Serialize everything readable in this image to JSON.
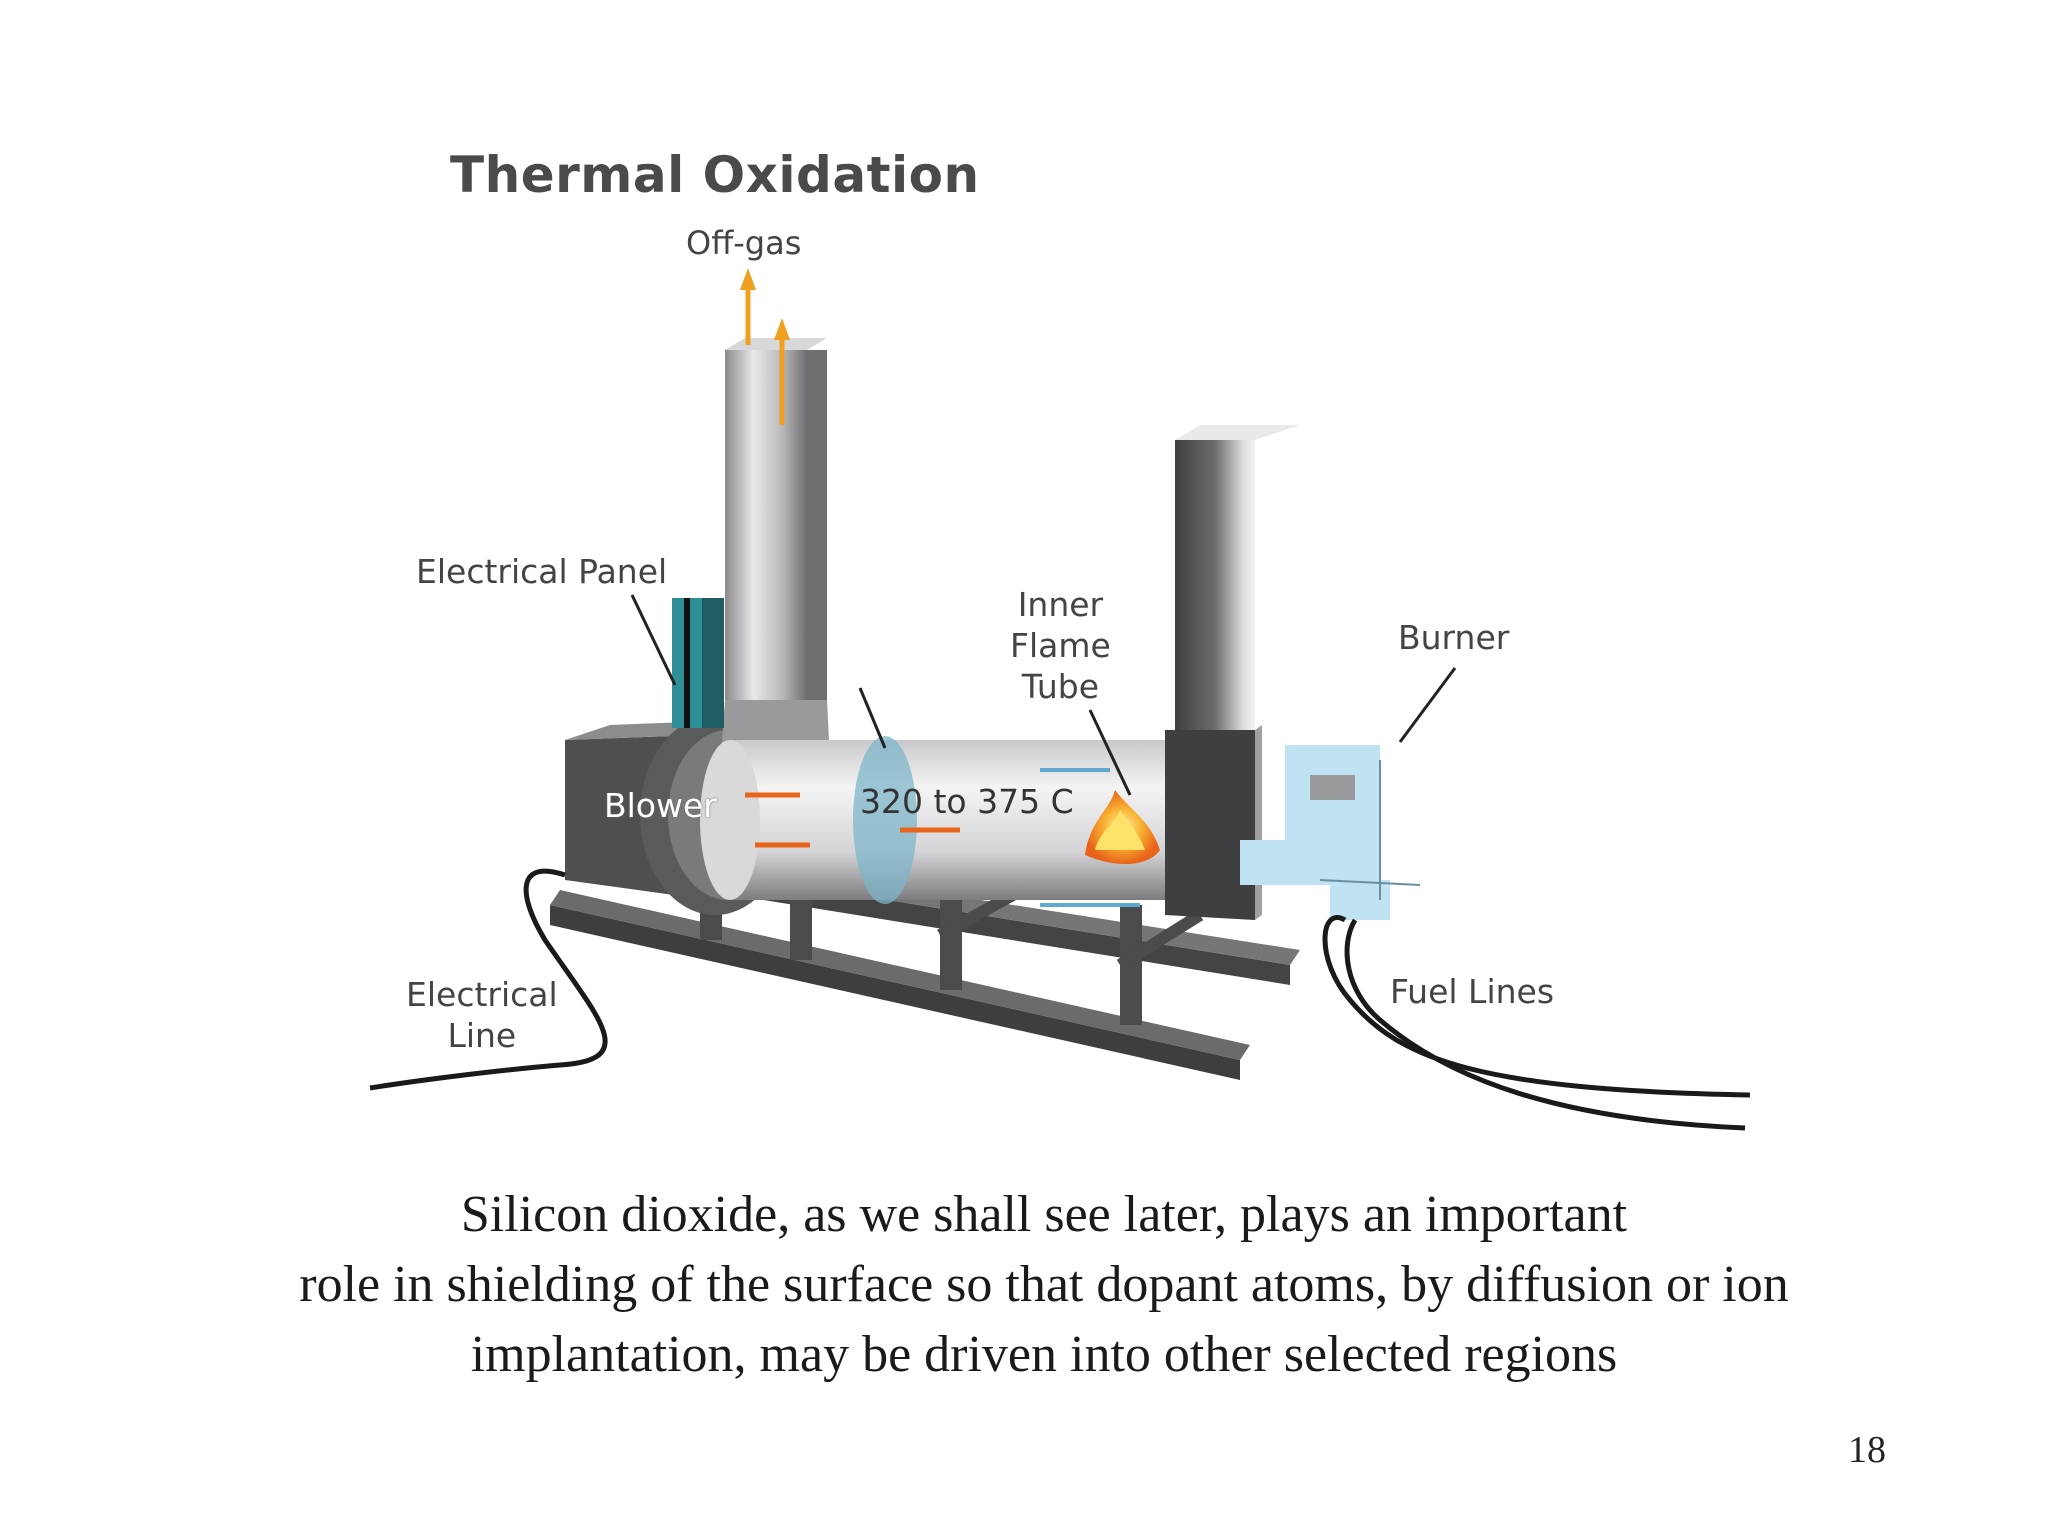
{
  "diagram": {
    "title": "Thermal Oxidation",
    "labels": {
      "off_gas": "Off-gas",
      "electrical_panel": "Electrical Panel",
      "inner_flame_tube": "Inner\nFlame\nTube",
      "burner": "Burner",
      "blower": "Blower",
      "temperature": "320 to 375 C",
      "electrical_line": "Electrical\nLine",
      "fuel_lines": "Fuel Lines"
    }
  },
  "caption": {
    "line1": "Silicon dioxide, as we shall see later, plays an important",
    "line2": "role in shielding of the surface so that dopant atoms, by diffusion or ion",
    "line3": "implantation, may be driven into other selected regions"
  },
  "page_number": "18",
  "colors": {
    "panel_teal": "#2f8f97",
    "burner_blue": "#bfe3f3",
    "flame_orange": "#f5a623",
    "steel_dark": "#4d4d4f"
  }
}
